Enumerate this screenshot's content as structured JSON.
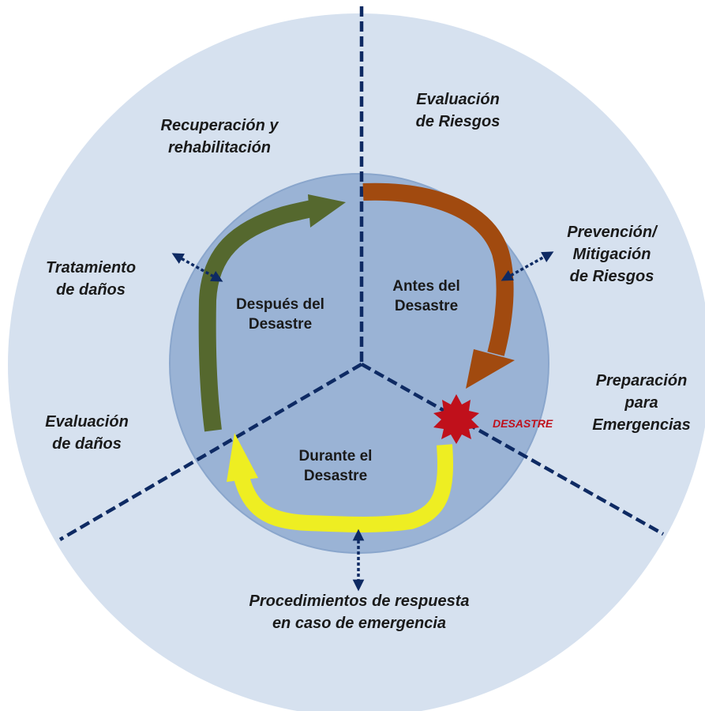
{
  "colors": {
    "outer_circle": "#d6e1ef",
    "inner_circle": "#9ab3d5",
    "inner_circle_edge": "#8aa6cc",
    "divider": "#0e2a63",
    "arrow_before": "#a14a0f",
    "arrow_during": "#eeee22",
    "arrow_after": "#55682e",
    "burst": "#c0101b",
    "disaster_text": "#c0101b",
    "double_arrow": "#0e2a63"
  },
  "phases": {
    "before": {
      "line1": "Antes del",
      "line2": "Desastre"
    },
    "during": {
      "line1": "Durante el",
      "line2": "Desastre"
    },
    "after": {
      "line1": "Después del",
      "line2": "Desastre"
    }
  },
  "stages": {
    "risk_assessment": {
      "line1": "Evaluación",
      "line2": "de Riesgos"
    },
    "prevention": {
      "line1": "Prevención/",
      "line2": "Mitigación",
      "line3": "de Riesgos"
    },
    "preparedness": {
      "line1": "Preparación",
      "line2": "para",
      "line3": "Emergencias"
    },
    "response": {
      "line1": "Procedimientos de respuesta",
      "line2": "en caso de emergencia"
    },
    "damage_assessment": {
      "line1": "Evaluación",
      "line2": "de daños"
    },
    "damage_treatment": {
      "line1": "Tratamiento",
      "line2": "de daños"
    },
    "recovery": {
      "line1": "Recuperación y",
      "line2": "rehabilitación"
    }
  },
  "disaster_marker": {
    "label": "DESASTRE",
    "icon": "explosion-burst"
  }
}
